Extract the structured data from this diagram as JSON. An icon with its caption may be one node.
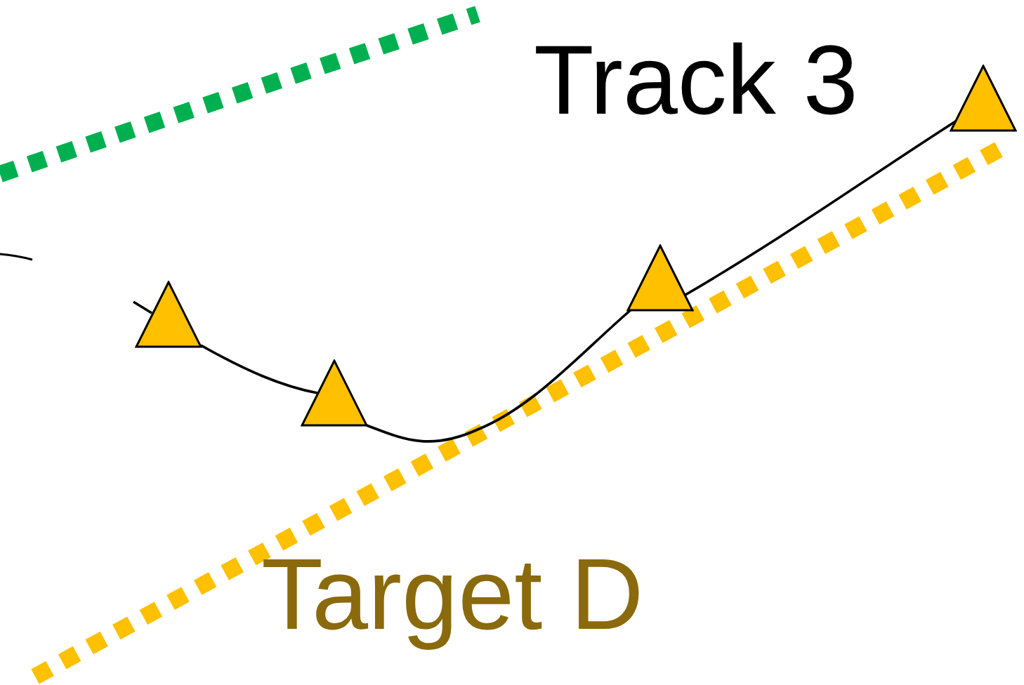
{
  "diagram": {
    "nodes": [
      {
        "text": [],
        "shape": "triangle"
      },
      {
        "text": [],
        "shape": "triangle"
      },
      {
        "text": [],
        "shape": "triangle"
      },
      {
        "text": [],
        "shape": "triangle"
      }
    ],
    "edges": [
      {
        "from": null,
        "to": 0,
        "arrow": "none"
      },
      {
        "from": 0,
        "to": 1,
        "arrow": "none"
      },
      {
        "from": 1,
        "to": 2,
        "arrow": "none"
      },
      {
        "from": 2,
        "to": 3,
        "arrow": "none"
      }
    ],
    "labels": [
      "Track 3",
      "Target D"
    ]
  }
}
